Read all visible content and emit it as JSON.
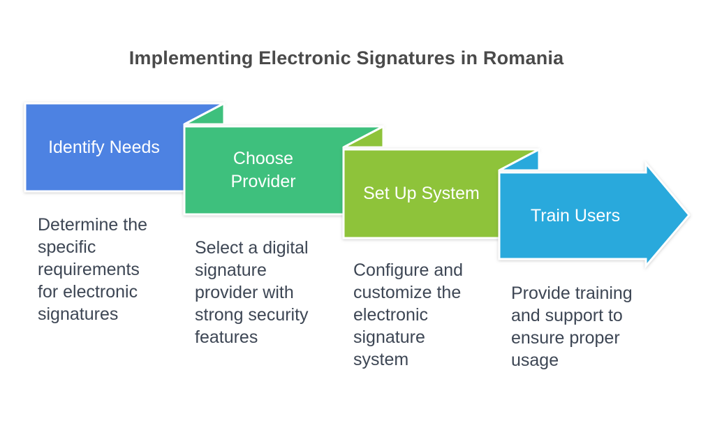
{
  "title": "Implementing Electronic Signatures in Romania",
  "colors": {
    "step1_fill": "#4d82e2",
    "step2_fill": "#3ec07d",
    "step3_fill": "#8ec33a",
    "step4_fill": "#29a9dc",
    "shape_outline": "#ffffff",
    "label_text": "#ffffff",
    "title_text": "#4a4a4a",
    "description_text": "#3d4654"
  },
  "steps": [
    {
      "label": "Identify Needs",
      "color": "#4d82e2",
      "lines": [
        "Determine the",
        "specific",
        "requirements",
        "for electronic",
        "signatures"
      ]
    },
    {
      "label": "Choose Provider",
      "color": "#3ec07d",
      "lines": [
        "Select a digital",
        "signature",
        "provider with",
        "strong security",
        "features"
      ]
    },
    {
      "label": "Set Up System",
      "color": "#8ec33a",
      "lines": [
        "Configure and",
        "customize the",
        "electronic",
        "signature",
        "system"
      ]
    },
    {
      "label": "Train Users",
      "color": "#29a9dc",
      "lines": [
        "Provide training",
        "and support to",
        "ensure proper",
        "usage"
      ]
    }
  ]
}
